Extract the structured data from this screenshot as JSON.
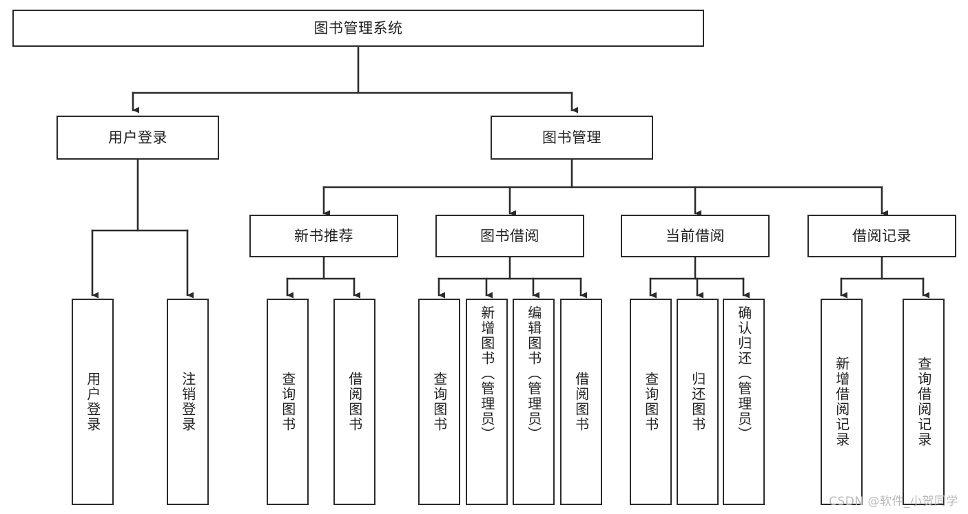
{
  "diagram": {
    "type": "tree-hierarchy",
    "title": "图书管理系统",
    "watermark": "CSDN @软件_小贺同学",
    "colors": {
      "stroke": "#2b2b2b",
      "fill": "#ffffff",
      "text": "#222222",
      "watermark": "#b9b9b9"
    },
    "nodes": {
      "root": {
        "label": "图书管理系统",
        "level": 1,
        "orientation": "horizontal"
      },
      "user_login": {
        "label": "用户登录",
        "level": 2,
        "orientation": "horizontal"
      },
      "book_manage": {
        "label": "图书管理",
        "level": 2,
        "orientation": "horizontal"
      },
      "new_book_rec": {
        "label": "新书推荐",
        "level": 3,
        "orientation": "horizontal"
      },
      "book_borrow": {
        "label": "图书借阅",
        "level": 3,
        "orientation": "horizontal"
      },
      "current_borrow": {
        "label": "当前借阅",
        "level": 3,
        "orientation": "horizontal"
      },
      "borrow_record": {
        "label": "借阅记录",
        "level": 3,
        "orientation": "horizontal"
      },
      "leaf_user_login": {
        "label": "用户登录",
        "level": 4,
        "orientation": "vertical"
      },
      "leaf_logout": {
        "label": "注销登录",
        "level": 4,
        "orientation": "vertical"
      },
      "leaf_query_book_1": {
        "label": "查询图书",
        "level": 4,
        "orientation": "vertical"
      },
      "leaf_borrow_book_1": {
        "label": "借阅图书",
        "level": 4,
        "orientation": "vertical"
      },
      "leaf_query_book_2": {
        "label": "查询图书",
        "level": 4,
        "orientation": "vertical"
      },
      "leaf_add_book": {
        "label": "新增图书（管理员）",
        "level": 4,
        "orientation": "vertical"
      },
      "leaf_edit_book": {
        "label": "编辑图书（管理员）",
        "level": 4,
        "orientation": "vertical"
      },
      "leaf_borrow_book_2": {
        "label": "借阅图书",
        "level": 4,
        "orientation": "vertical"
      },
      "leaf_query_book_3": {
        "label": "查询图书",
        "level": 4,
        "orientation": "vertical"
      },
      "leaf_return_book": {
        "label": "归还图书",
        "level": 4,
        "orientation": "vertical"
      },
      "leaf_confirm_return": {
        "label": "确认归还（管理员）",
        "level": 4,
        "orientation": "vertical"
      },
      "leaf_add_record": {
        "label": "新增借阅记录",
        "level": 4,
        "orientation": "vertical"
      },
      "leaf_query_record": {
        "label": "查询借阅记录",
        "level": 4,
        "orientation": "vertical"
      }
    },
    "edges": [
      {
        "from": "root",
        "to": "user_login"
      },
      {
        "from": "root",
        "to": "book_manage"
      },
      {
        "from": "user_login",
        "to": "leaf_user_login"
      },
      {
        "from": "user_login",
        "to": "leaf_logout"
      },
      {
        "from": "book_manage",
        "to": "new_book_rec"
      },
      {
        "from": "book_manage",
        "to": "book_borrow"
      },
      {
        "from": "book_manage",
        "to": "current_borrow"
      },
      {
        "from": "book_manage",
        "to": "borrow_record"
      },
      {
        "from": "new_book_rec",
        "to": "leaf_query_book_1"
      },
      {
        "from": "new_book_rec",
        "to": "leaf_borrow_book_1"
      },
      {
        "from": "book_borrow",
        "to": "leaf_query_book_2"
      },
      {
        "from": "book_borrow",
        "to": "leaf_add_book"
      },
      {
        "from": "book_borrow",
        "to": "leaf_edit_book"
      },
      {
        "from": "book_borrow",
        "to": "leaf_borrow_book_2"
      },
      {
        "from": "current_borrow",
        "to": "leaf_query_book_3"
      },
      {
        "from": "current_borrow",
        "to": "leaf_return_book"
      },
      {
        "from": "current_borrow",
        "to": "leaf_confirm_return"
      },
      {
        "from": "borrow_record",
        "to": "leaf_add_record"
      },
      {
        "from": "borrow_record",
        "to": "leaf_query_record"
      }
    ]
  }
}
